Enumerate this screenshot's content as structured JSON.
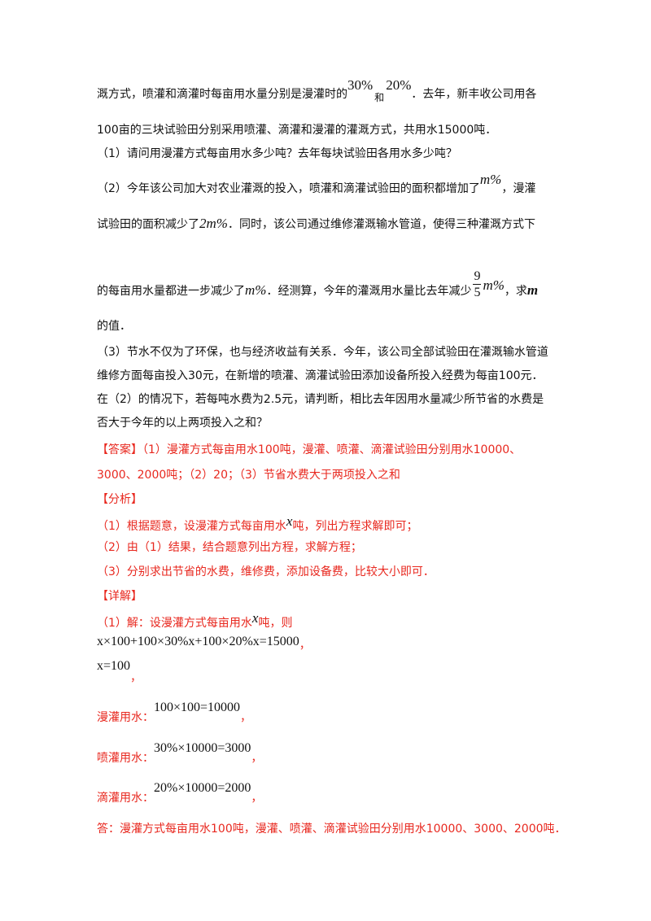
{
  "problem": {
    "l1_a": "溉方式，喷灌和滴灌时每亩用水量分别是漫灌时的",
    "pct1": "30%",
    "l1_he": "和",
    "pct2": "20%",
    "l1_b": "．去年，新丰收公司用各",
    "l2": "100亩的三块试验田分别采用喷灌、滴灌和漫灌的灌溉方式，共用水15000吨．",
    "q1": "（1）请问用漫灌方式每亩用水多少吨？去年每块试验田各用水多少吨？",
    "q2_a": "（2）今年该公司加大对农业灌溉的投入，喷灌和滴灌试验田的面积都增加了",
    "q2_m": "m%",
    "q2_b": "，漫灌",
    "q2_c": "试验田的面积减少了",
    "q2_2m": "2m%",
    "q2_d": "．同时，该公司通过维修灌溉输水管道，使得三种灌溉方式下",
    "q2_e": "的每亩用水量都进一步减少了",
    "q2_m2": "m%",
    "q2_f": "．经测算，今年的灌溉用水量比去年减少",
    "frac_num": "9",
    "frac_den": "5",
    "frac_m": "m%",
    "q2_g": "，求",
    "q2_mvar": "m",
    "q2_h": "的值．",
    "q3_a": "（3）节水不仅为了环保，也与经济收益有关系．今年，该公司全部试验田在灌溉输水管道",
    "q3_b": "维修方面每亩投入30元，在新增的喷灌、滴灌试验田添加设备所投入经费为每亩100元．",
    "q3_c": "在（2）的情况下，若每吨水费为2.5元，请判断，相比去年因用水量减少所节省的水费是",
    "q3_d": "否大于今年的以上两项投入之和？"
  },
  "answer": {
    "tag": "【答案】",
    "a1": "（1）漫灌方式每亩用水100吨，漫灌、喷灌、滴灌试验田分别用水10000、",
    "a2": "3000、2000吨；（2）20；（3）节省水费大于两项投入之和"
  },
  "analysis": {
    "tag": "【分析】",
    "p1_a": "（1）根据题意，设漫灌方式每亩用水",
    "p1_x": "x",
    "p1_b": "吨，列出方程求解即可；",
    "p2": "（2）由（1）结果，结合题意列出方程，求解方程；",
    "p3": "（3）分别求出节省的水费，维修费，添加设备费，比较大小即可．"
  },
  "detail": {
    "tag": "【详解】",
    "d1_a": "（1）解：设漫灌方式每亩用水",
    "d1_x": "x",
    "d1_b": "吨，则",
    "eq1": "x×100+100×30%x+100×20%x=15000",
    "comma1": "，",
    "eq2": "x=100",
    "comma2": "，",
    "man_label": "漫灌用水：",
    "man_eq": "100×100=10000",
    "comma3": "，",
    "pen_label": "喷灌用水：",
    "pen_eq": "30%×10000=3000",
    "comma4": "，",
    "di_label": "滴灌用水：",
    "di_eq": "20%×10000=2000",
    "comma5": "，",
    "conclusion": "答：漫灌方式每亩用水100吨，漫灌、喷灌、滴灌试验田分别用水10000、3000、2000吨．"
  }
}
